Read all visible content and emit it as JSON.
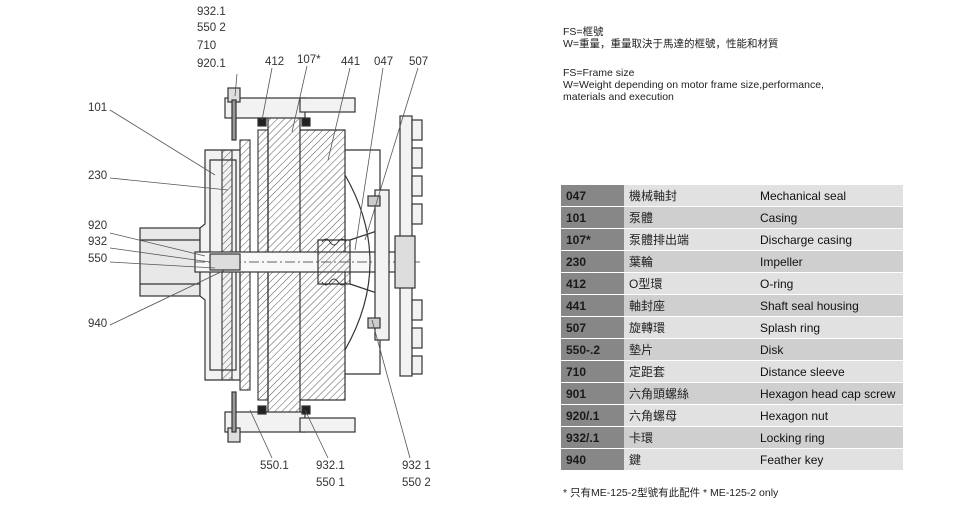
{
  "callouts": {
    "top_stack": [
      "932.1",
      "550 2",
      "710",
      "920.1"
    ],
    "c412": "412",
    "c107": "107*",
    "c441": "441",
    "c047": "047",
    "c507": "507",
    "c101": "101",
    "c230": "230",
    "left_stack": [
      "920",
      "932",
      "550"
    ],
    "c940": "940",
    "c5501": "550.1",
    "bottom_mid": [
      "932.1",
      "550 1"
    ],
    "bottom_right": [
      "932 1",
      "550 2"
    ]
  },
  "notes": {
    "zh_line1": "FS=框號",
    "zh_line2": "W=重量，重量取決于馬達的框號，性能和材質",
    "en_line1": "FS=Frame size",
    "en_line2": "W=Weight depending on motor frame size,performance,",
    "en_line3": "materials and execution"
  },
  "parts": [
    {
      "no": "047",
      "zh": "機械軸封",
      "en": "Mechanical seal"
    },
    {
      "no": "101",
      "zh": "泵體",
      "en": "Casing"
    },
    {
      "no": "107*",
      "zh": "泵體排出端",
      "en": "Discharge casing"
    },
    {
      "no": "230",
      "zh": "葉輪",
      "en": "Impeller"
    },
    {
      "no": "412",
      "zh": "O型環",
      "en": "O-ring"
    },
    {
      "no": "441",
      "zh": "軸封座",
      "en": "Shaft seal housing"
    },
    {
      "no": "507",
      "zh": "旋轉環",
      "en": "Splash ring"
    },
    {
      "no": "550-.2",
      "zh": "墊片",
      "en": "Disk"
    },
    {
      "no": "710",
      "zh": "定距套",
      "en": "Distance sleeve"
    },
    {
      "no": "901",
      "zh": "六角頭螺絲",
      "en": "Hexagon head cap screw"
    },
    {
      "no": "920/.1",
      "zh": "六角螺母",
      "en": "Hexagon nut"
    },
    {
      "no": "932/.1",
      "zh": "卡環",
      "en": "Locking ring"
    },
    {
      "no": "940",
      "zh": "鍵",
      "en": "Feather key"
    }
  ],
  "footnote": "* 只有ME-125-2型號有此配件 * ME-125-2 only"
}
